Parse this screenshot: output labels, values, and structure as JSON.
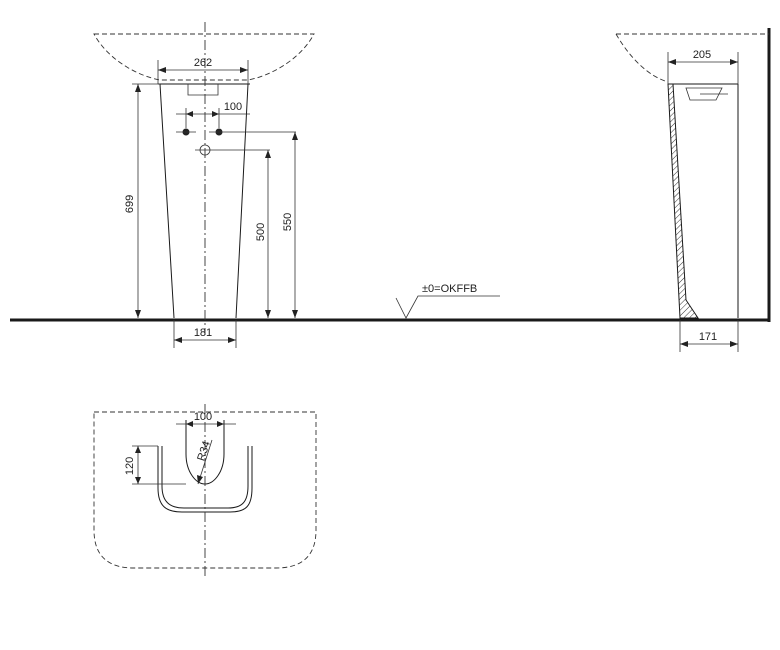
{
  "dimensions": {
    "front_top_width": "262",
    "tap_hole_spacing": "100",
    "total_height": "699",
    "inlet_height_500": "500",
    "inlet_height_550": "550",
    "pedestal_base_width": "181",
    "side_depth_top": "205",
    "side_depth_base": "171",
    "plan_width": "100",
    "plan_depth": "120",
    "plan_radius": "R34"
  },
  "floor_reference": "±0=OKFFB"
}
